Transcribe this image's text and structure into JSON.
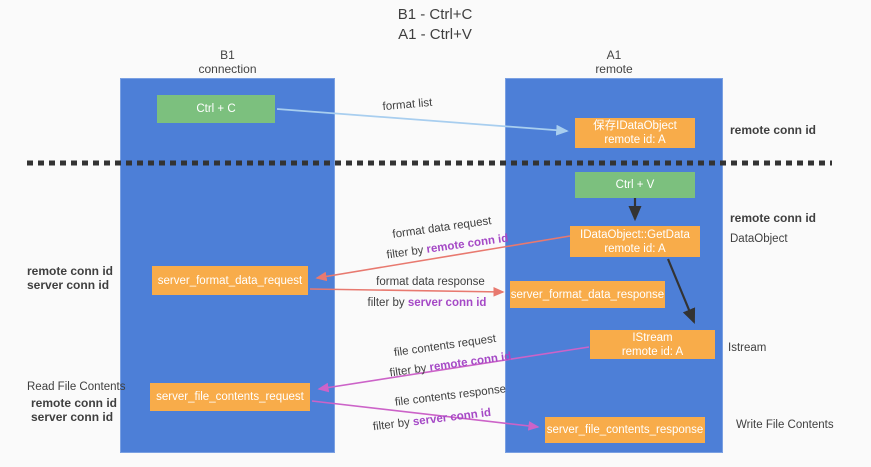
{
  "title": {
    "line1": "B1 - Ctrl+C",
    "line2": "A1 - Ctrl+V"
  },
  "lanes": {
    "left": {
      "name": "B1",
      "role": "connection"
    },
    "right": {
      "name": "A1",
      "role": "remote"
    }
  },
  "nodes": {
    "ctrl_c": "Ctrl + C",
    "ctrl_v": "Ctrl + V",
    "save_idataobject_line1": "保存IDataObject",
    "save_idataobject_line2": "remote id: A",
    "getdata_line1": "IDataObject::GetData",
    "getdata_line2": "remote id: A",
    "istream_line1": "IStream",
    "istream_line2": "remote id: A",
    "server_format_data_request": "server_format_data_request",
    "server_format_data_response": "server_format_data_response",
    "server_file_contents_request": "server_file_contents_request",
    "server_file_contents_response": "server_file_contents_response"
  },
  "edge_labels": {
    "format_list": "format list",
    "format_data_request": "format data request",
    "format_data_response": "format data response",
    "file_contents_request": "file contents request",
    "file_contents_response": "file contents response",
    "filter_by": "filter by",
    "remote_conn_id": "remote conn id",
    "server_conn_id": "server conn id"
  },
  "side_labels": {
    "remote_conn_id": "remote conn id",
    "server_conn_id": "server conn id",
    "read_file_contents": "Read File Contents",
    "dataobject": "DataObject",
    "istream": "Istream",
    "write_file_contents": "Write File Contents"
  },
  "colors": {
    "lane_blue": "#4d7fd7",
    "box_orange": "#f8ac4a",
    "box_green": "#7cc07e",
    "purple_text": "#a549c6",
    "green_text": "#57a95c",
    "arrow_light_blue": "#a8ceef",
    "arrow_salmon": "#e8796f",
    "arrow_magenta": "#cc63c8",
    "arrow_black": "#333333",
    "divider_black": "#333333"
  }
}
